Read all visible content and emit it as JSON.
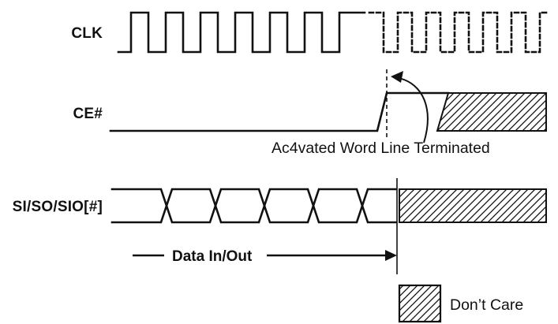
{
  "signals": {
    "clk": {
      "label": "CLK"
    },
    "ce": {
      "label": "CE#"
    },
    "sio": {
      "label": "SI/SO/SIO[#]"
    }
  },
  "annotations": {
    "terminated": "Ac4vated Word Line Terminated",
    "data_inout": "Data In/Out"
  },
  "legend": {
    "dont_care": "Don’t Care"
  },
  "colors": {
    "foreground": "#111111",
    "background": "#ffffff"
  }
}
